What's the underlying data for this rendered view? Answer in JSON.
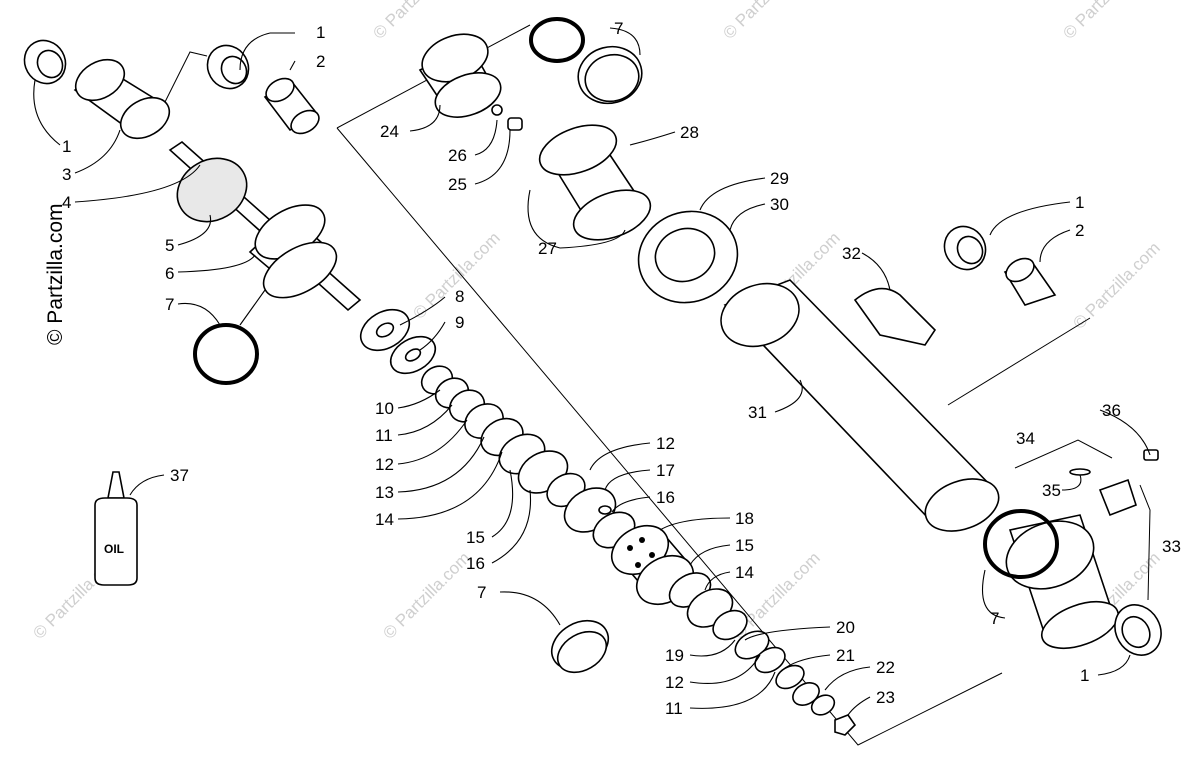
{
  "watermark": {
    "text": "© Partzilla.com",
    "side_text": "© Partzilla.com"
  },
  "bottle_label": "OIL",
  "callouts": {
    "c1a": "1",
    "c2a": "2",
    "c1b": "1",
    "c3": "3",
    "c4": "4",
    "c5": "5",
    "c6": "6",
    "c7a": "7",
    "c8": "8",
    "c9": "9",
    "c10": "10",
    "c11a": "11",
    "c12a": "12",
    "c13": "13",
    "c14a": "14",
    "c15a": "15",
    "c16a": "16",
    "c7b": "7",
    "c12b": "12",
    "c17": "17",
    "c16b": "16",
    "c18": "18",
    "c15b": "15",
    "c14b": "14",
    "c20": "20",
    "c19": "19",
    "c21": "21",
    "c12c": "12",
    "c22": "22",
    "c11b": "11",
    "c23": "23",
    "c7c": "7",
    "c24": "24",
    "c26": "26",
    "c25": "25",
    "c28": "28",
    "c27": "27",
    "c29": "29",
    "c30": "30",
    "c32": "32",
    "c1c": "1",
    "c2b": "2",
    "c31": "31",
    "c36": "36",
    "c34": "34",
    "c35": "35",
    "c33": "33",
    "c7d": "7",
    "c1d": "1",
    "c37": "37"
  }
}
